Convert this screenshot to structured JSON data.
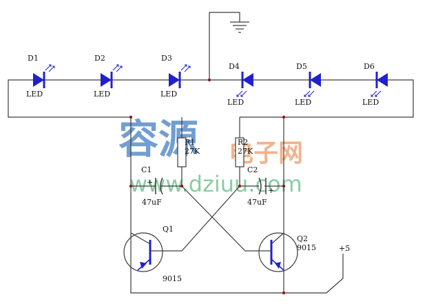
{
  "diodes": [
    {
      "ref": "D1",
      "type": "LED"
    },
    {
      "ref": "D2",
      "type": "LED"
    },
    {
      "ref": "D3",
      "type": "LED"
    },
    {
      "ref": "D4",
      "type": "LED"
    },
    {
      "ref": "D5",
      "type": "LED"
    },
    {
      "ref": "D6",
      "type": "LED"
    }
  ],
  "resistors": [
    {
      "ref": "R1",
      "value": "27K"
    },
    {
      "ref": "R2",
      "value": "27K"
    }
  ],
  "capacitors": [
    {
      "ref": "C1",
      "value": "47uF",
      "polarity": "+"
    },
    {
      "ref": "C2",
      "value": "47uF",
      "polarity": "+"
    }
  ],
  "transistors": [
    {
      "ref": "Q1",
      "part": "9015"
    },
    {
      "ref": "Q2",
      "part": "9015"
    }
  ],
  "supply": {
    "label": "+5"
  },
  "watermark": {
    "brand_a": "容源",
    "brand_b": "电子网",
    "url": "www.dziuu.com",
    "blue": "#4f86c6",
    "orange": "#f0a070",
    "green": "#6fc08a"
  },
  "colors": {
    "led": "#2020cc",
    "wire": "#3a3a3a",
    "junction": "#8b1a1a",
    "text": "#111111"
  }
}
